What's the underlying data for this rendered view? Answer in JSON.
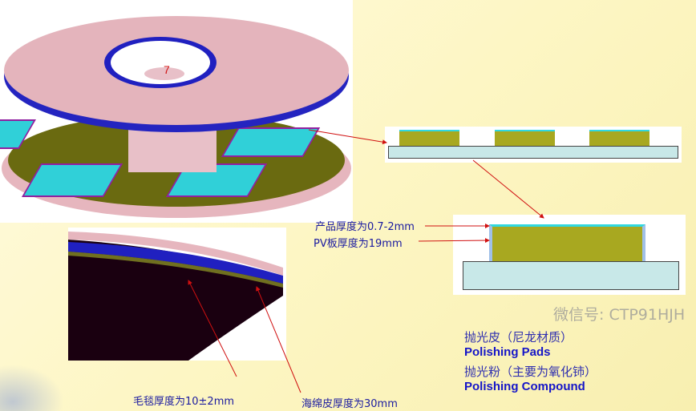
{
  "labels": {
    "product_thickness": "产品厚度为0.7-2mm",
    "pv_thickness": "PV板厚度为19mm",
    "felt_thickness": "毛毯厚度为10±2mm",
    "sponge_thickness": "海绵皮厚度为30mm",
    "pad_cn": "抛光皮（尼龙材质）",
    "pad_en": "Polishing  Pads",
    "compound_cn": "抛光粉（主要为氧化铈）",
    "compound_en": "Polishing  Compound",
    "disk_number": "7"
  },
  "watermark": "微信号: CTP91HJH",
  "colors": {
    "platen": "#e8b4bc",
    "pad_blue": "#2020c0",
    "product": "#a8a820",
    "cyan": "#30d8e0",
    "base": "#c8e8e8",
    "arrow": "#d01010"
  }
}
